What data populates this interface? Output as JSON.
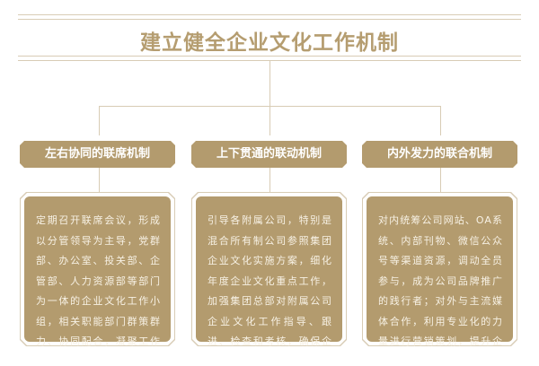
{
  "title": "建立健全企业文化工作机制",
  "colors": {
    "accent": "#b39b6e",
    "line": "#d8ccb5",
    "text_light": "#f7f1e4"
  },
  "mechanisms": [
    {
      "label": "左右协同的联席机制",
      "text": "定期召开联席会议，形成以分管领导为主导，党群部、办公室、投关部、企管部、人力资源部等部门为一体的企业文化工作小组，相关职能部门群策群力、协同配合，凝聚工作合力。"
    },
    {
      "label": "上下贯通的联动机制",
      "text": "引导各附属公司，特别是混合所有制公司参照集团企业文化实施方案，细化年度企业文化重点工作，加强集团总部对附属公司企业文化工作指导、跟进、检查和考核，确保企业文化理念向基层延伸，落地生根。"
    },
    {
      "label": "内外发力的联合机制",
      "text": "对内统筹公司网站、OA系统、内部刊物、微信公众号等渠道资源，调动全员参与，成为公司品牌推广的践行者；对外与主流媒体合作，利用专业化的力量进行营销策划，提升企业文化的辐射力和深高速品牌形象。"
    }
  ]
}
